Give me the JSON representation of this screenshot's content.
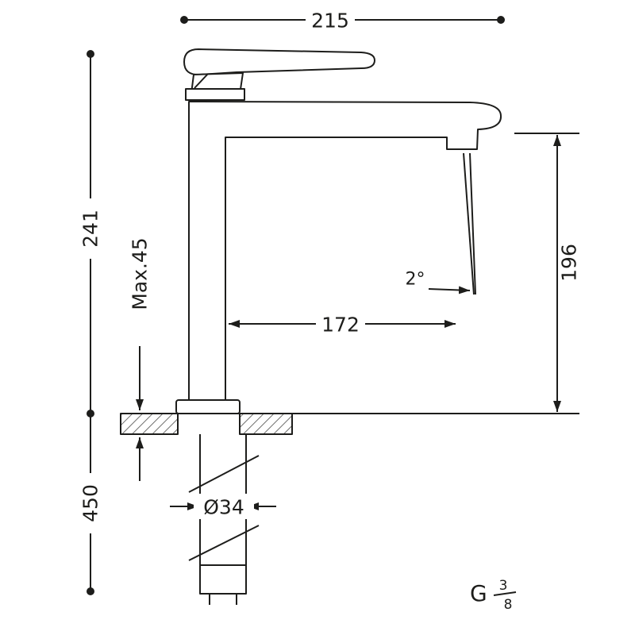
{
  "colors": {
    "line": "#1d1d1b",
    "background": "#ffffff"
  },
  "dimensions": {
    "total_width": "215",
    "body_height": "241",
    "max_mounting_thickness": "Max.45",
    "hose_length_below": "450",
    "spout_height": "196",
    "spout_reach": "172",
    "stream_angle": "2°",
    "shank_diameter": "Ø34",
    "thread": {
      "prefix": "G",
      "numerator": "3",
      "denominator": "8"
    }
  }
}
